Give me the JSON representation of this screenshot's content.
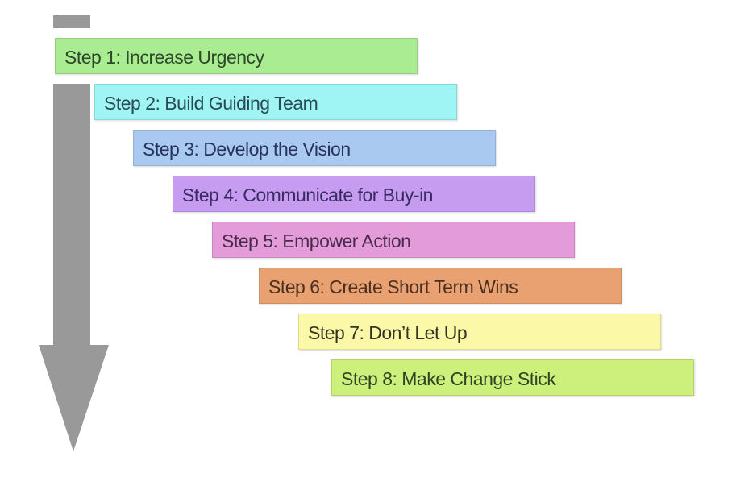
{
  "steps": [
    {
      "label": "Step 1: Increase Urgency",
      "color": "#a9ec91",
      "text_color": "#2f4a2a"
    },
    {
      "label": "Step 2: Build Guiding Team",
      "color": "#9ff4f4",
      "text_color": "#2a4a52"
    },
    {
      "label": "Step 3: Develop the Vision",
      "color": "#a9c9f1",
      "text_color": "#26345a"
    },
    {
      "label": "Step 4: Communicate for Buy-in",
      "color": "#c69cf1",
      "text_color": "#3a2a62"
    },
    {
      "label": "Step 5: Empower Action",
      "color": "#e39bd9",
      "text_color": "#4a2a4a"
    },
    {
      "label": "Step 6: Create Short Term Wins",
      "color": "#e9a171",
      "text_color": "#4a3020"
    },
    {
      "label": "Step 7: Don’t Let Up",
      "color": "#fbf8a8",
      "text_color": "#333322"
    },
    {
      "label": "Step 8: Make Change Stick",
      "color": "#ccf07b",
      "text_color": "#2f4420"
    }
  ],
  "arrow_color": "#999999"
}
